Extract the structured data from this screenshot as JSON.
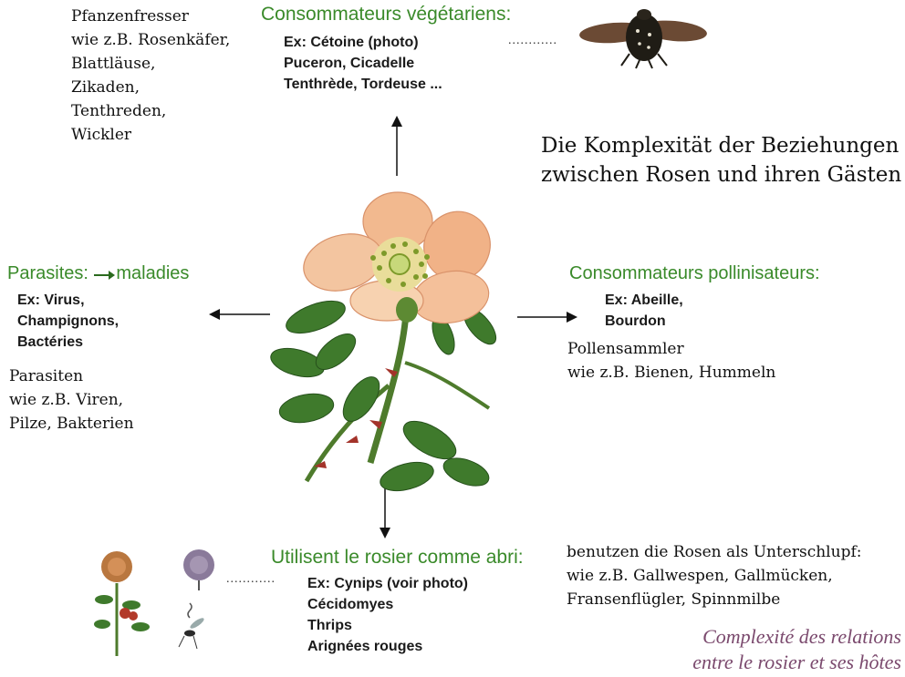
{
  "top": {
    "heading": "Consommateurs végétariens:",
    "examples": [
      "Ex: Cétoine (photo)",
      "Puceron, Cicadelle",
      "Tenthrède, Tordeuse ..."
    ],
    "dots": "............",
    "german": [
      "Pfanzenfresser",
      "wie z.B. Rosenkäfer,",
      "Blattläuse,",
      "Zikaden,",
      "Tenthreden,",
      "Wickler"
    ]
  },
  "title_de": [
    "Die Komplexität der Beziehungen",
    "zwischen Rosen und ihren Gästen"
  ],
  "left": {
    "heading": "Parasites:",
    "heading_suffix": "maladies",
    "examples": [
      "Ex: Virus,",
      "Champignons,",
      "Bactéries"
    ],
    "german": [
      "Parasiten",
      "wie z.B. Viren,",
      "Pilze, Bakterien"
    ]
  },
  "right": {
    "heading": "Consommateurs pollinisateurs:",
    "examples": [
      "Ex: Abeille,",
      "Bourdon"
    ],
    "german": [
      "Pollensammler",
      "wie z.B. Bienen, Hummeln"
    ]
  },
  "bottom": {
    "heading": "Utilisent le rosier comme abri:",
    "examples": [
      "Ex: Cynips (voir photo)",
      "Cécidomyes",
      "Thrips",
      "Arignées rouges"
    ],
    "dots": "............",
    "german": [
      "benutzen die Rosen als Unterschlupf:",
      "wie z.B. Gallwespen, Gallmücken,",
      "Fransenflügler, Spinnmilbe"
    ]
  },
  "title_fr": [
    "Complexité des relations",
    "entre le rosier et ses hôtes"
  ],
  "colors": {
    "heading_green": "#3a8a2a",
    "title_fr": "#7b4a6e",
    "petal": "#f2b98f",
    "leaf": "#3f7a2c"
  }
}
